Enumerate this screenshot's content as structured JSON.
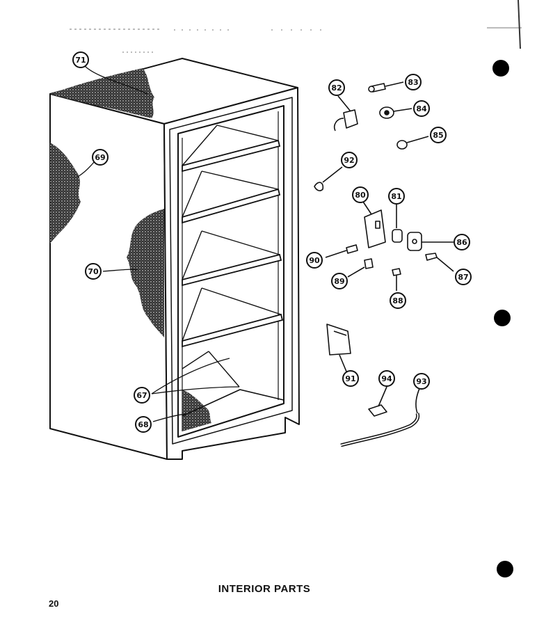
{
  "title": "INTERIOR PARTS",
  "page_number": "20",
  "callouts": [
    "71",
    "69",
    "70",
    "67",
    "68",
    "82",
    "83",
    "84",
    "85",
    "92",
    "80",
    "81",
    "86",
    "87",
    "90",
    "89",
    "88",
    "91",
    "94",
    "93"
  ],
  "colors": {
    "ink": "#111111",
    "paper": "#ffffff",
    "insulation": "#2a2a2a"
  }
}
